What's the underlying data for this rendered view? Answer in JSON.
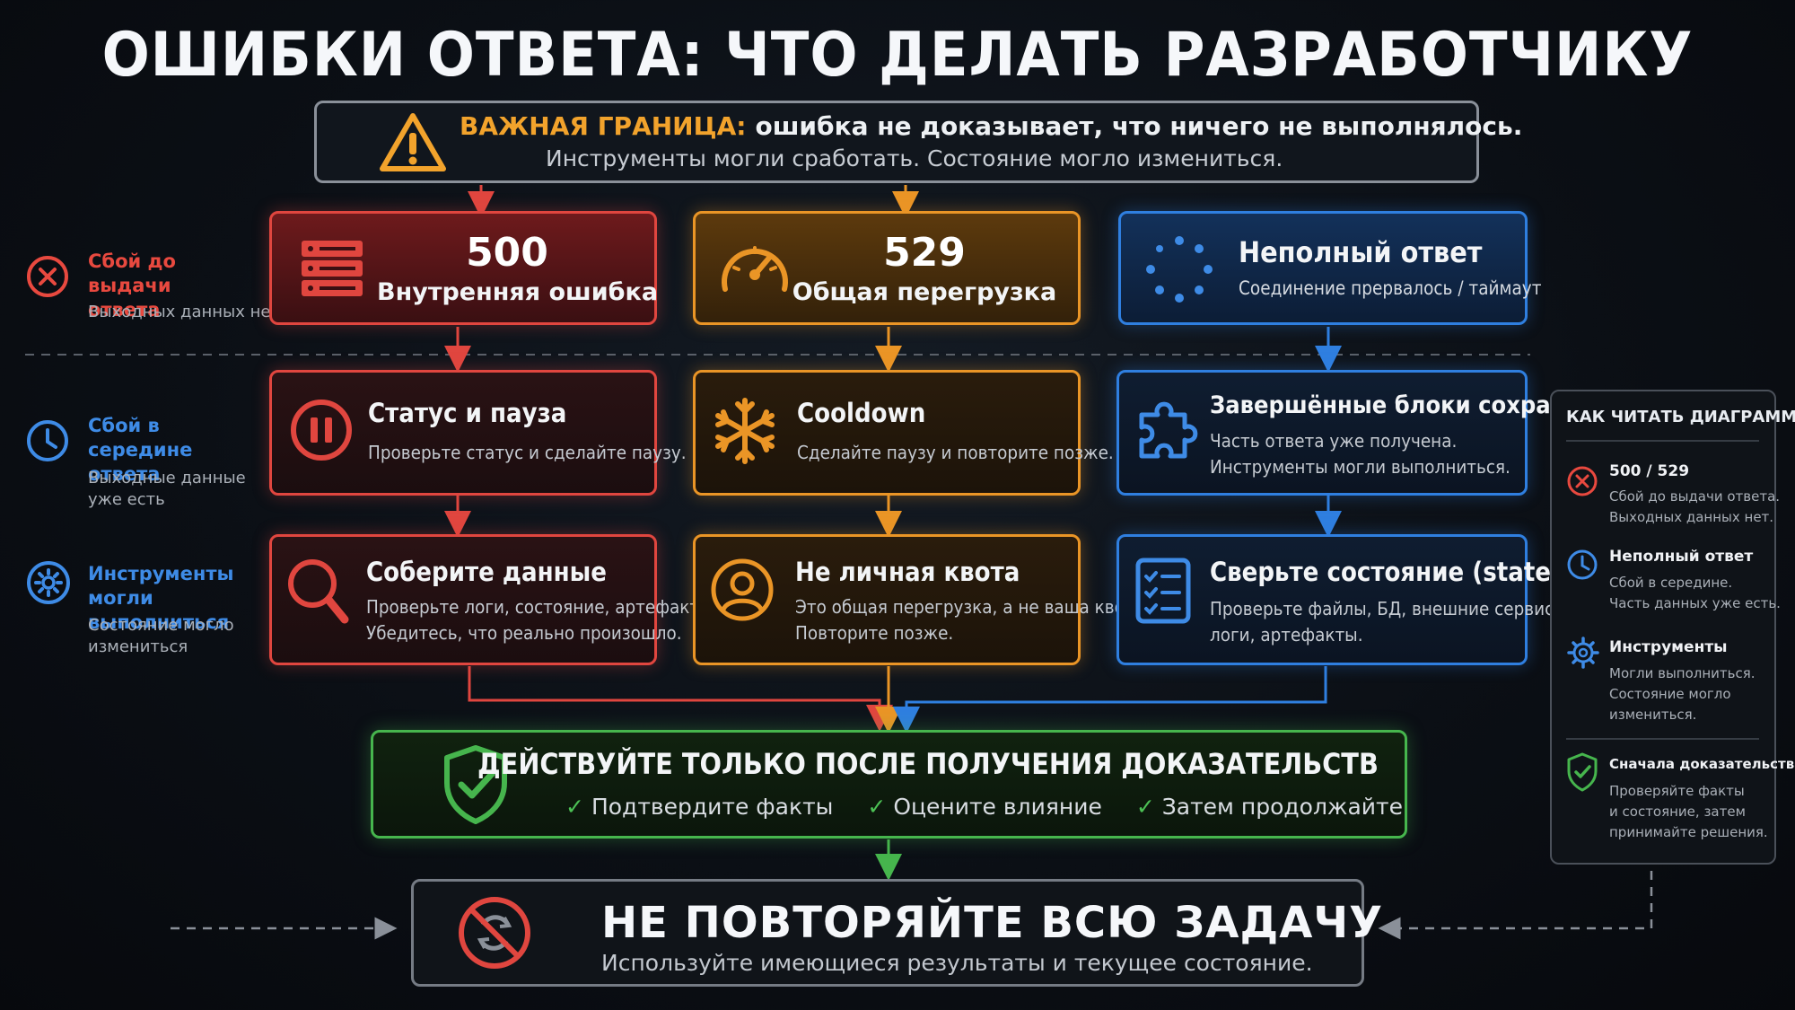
{
  "title": "ОШИБКИ ОТВЕТА: ЧТО ДЕЛАТЬ РАЗРАБОТЧИКУ",
  "warning": {
    "label": "ВАЖНАЯ ГРАНИЦА:",
    "text": "ошибка не доказывает, что ничего не выполнялось.",
    "subtext": "Инструменты могли сработать. Состояние могло измениться.",
    "icon": "warning-triangle-icon"
  },
  "side": [
    {
      "title": "Сбой до выдачи ответа",
      "text": "Выходных данных нет",
      "color": "#e8493f",
      "icon": "x-circle-icon"
    },
    {
      "title": "Сбой в середине ответа",
      "text": "Выходные данные уже есть",
      "color": "#3e8be6",
      "icon": "clock-icon"
    },
    {
      "title": "Инструменты могли выполниться",
      "text": "Состояние могло измениться",
      "color": "#3e8be6",
      "icon": "gear-icon"
    }
  ],
  "columns": {
    "red": {
      "code": "500",
      "label": "Внутренняя ошибка",
      "icon": "server-icon",
      "step1": {
        "title": "Статус и пауза",
        "text": "Проверьте статус и сделайте паузу.",
        "icon": "pause-icon"
      },
      "step2": {
        "title": "Соберите данные",
        "line1": "Проверьте логи, состояние, артефакты.",
        "line2": "Убедитесь, что реально произошло.",
        "icon": "search-icon"
      }
    },
    "orange": {
      "code": "529",
      "label": "Общая перегрузка",
      "icon": "gauge-icon",
      "step1": {
        "title": "Cooldown",
        "text": "Сделайте паузу и повторите позже.",
        "icon": "snowflake-icon"
      },
      "step2": {
        "title": "Не личная квота",
        "line1": "Это общая перегрузка, а не ваша квота.",
        "line2": "Повторите позже.",
        "icon": "user-icon"
      }
    },
    "blue": {
      "label": "Неполный ответ",
      "sublabel": "Соединение прервалось / таймаут",
      "icon": "dotted-circle-icon",
      "step1": {
        "title": "Завершённые блоки сохранены",
        "line1": "Часть ответа уже получена.",
        "line2": "Инструменты могли выполниться.",
        "icon": "puzzle-icon"
      },
      "step2": {
        "title": "Сверьте состояние (state)",
        "line1": "Проверьте файлы, БД, внешние сервисы,",
        "line2": "логи, артефакты.",
        "icon": "checklist-icon"
      }
    }
  },
  "evidence": {
    "title": "ДЕЙСТВУЙТЕ ТОЛЬКО ПОСЛЕ ПОЛУЧЕНИЯ ДОКАЗАТЕЛЬСТВ",
    "checks": [
      "Подтвердите факты",
      "Оцените влияние",
      "Затем продолжайте"
    ],
    "icon": "shield-check-icon"
  },
  "final": {
    "title": "НЕ ПОВТОРЯЙТЕ ВСЮ ЗАДАЧУ",
    "subtitle": "Используйте имеющиеся результаты и текущее состояние.",
    "icon": "no-repeat-icon"
  },
  "legend": {
    "heading": "КАК ЧИТАТЬ ДИАГРАММУ",
    "items": [
      {
        "title": "500 / 529",
        "line1": "Сбой до выдачи ответа.",
        "line2": "Выходных данных нет.",
        "icon": "x-circle-icon"
      },
      {
        "title": "Неполный ответ",
        "line1": "Сбой в середине.",
        "line2": "Часть данных уже есть.",
        "icon": "clock-icon"
      },
      {
        "title": "Инструменты",
        "line1": "Могли выполниться.",
        "line2": "Состояние могло",
        "line3": "измениться.",
        "icon": "gear-icon"
      },
      {
        "title": "Сначала доказательства",
        "line1": "Проверяйте факты",
        "line2": "и состояние, затем",
        "line3": "принимайте решения.",
        "icon": "shield-check-icon"
      }
    ]
  },
  "colors": {
    "red": "#e0463f",
    "orange": "#ea9526",
    "blue": "#2f7fe0",
    "green": "#46b54d",
    "accent": "#f2a32c"
  }
}
